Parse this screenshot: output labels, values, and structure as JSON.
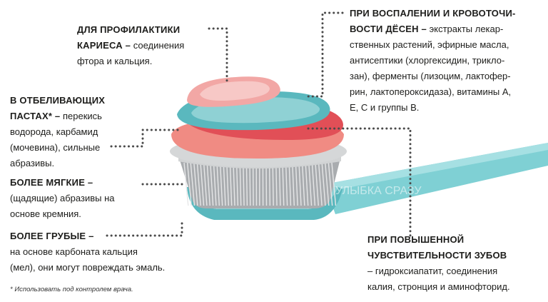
{
  "blocks": {
    "caries": {
      "title1": "ДЛЯ ПРОФИЛАКТИКИ",
      "title2": "КАРИЕСА –",
      "line1_rest": "соединения",
      "line2": "фтора и кальция."
    },
    "whitening": {
      "title1": "В ОТБЕЛИВАЮЩИХ",
      "title2": "ПАСТАХ* –",
      "line1_rest": "перекись",
      "line2": "водорода, карбамид",
      "line3": "(мочевина), сильные",
      "line4": "абразивы."
    },
    "softer": {
      "title": "БОЛЕЕ МЯГКИЕ –",
      "line1": "(щадящие) абразивы на",
      "line2": "основе кремния."
    },
    "rougher": {
      "title": "БОЛЕЕ ГРУБЫЕ –",
      "line1": "на основе карбоната кальция",
      "line2": "(мел), они могут повреждать эмаль."
    },
    "gums": {
      "title1": "ПРИ ВОСПАЛЕНИИ И КРОВОТОЧИ-",
      "title2": "ВОСТИ ДЁСЕН –",
      "line1_rest": "экстракты лекар-",
      "line2": "ственных растений, эфирные масла,",
      "line3": "антисептики (хлоргексидин, трикло-",
      "line4": "зан), ферменты (лизоцим, лактофер-",
      "line5": "рин, лактопероксидаза), витамины А,",
      "line6": "Е, С и группы В."
    },
    "sensitivity": {
      "title1": "ПРИ ПОВЫШЕННОЙ",
      "title2": "ЧУВСТВИТЕЛЬНОСТИ ЗУБОВ",
      "line1": "– гидроксиапатит, соединения",
      "line2": "калия, стронция и аминофторид."
    }
  },
  "footnote": "* Использовать под контролем врача.",
  "watermark": "УЛЫБКА СРАЗУ",
  "colors": {
    "teal": "#5ab8be",
    "pink": "#f2a7a5",
    "red": "#e14f57",
    "salmon": "#f08b83",
    "gray": "#b9bcbe",
    "dots": "#4a4a4a"
  }
}
